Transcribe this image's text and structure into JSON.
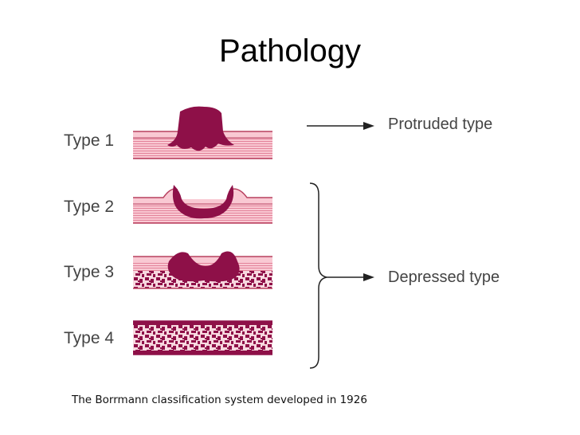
{
  "title": "Pathology",
  "types": [
    {
      "label": "Type 1"
    },
    {
      "label": "Type 2"
    },
    {
      "label": "Type 3"
    },
    {
      "label": "Type 4"
    }
  ],
  "results": {
    "protruded": "Protruded type",
    "depressed": "Depressed type"
  },
  "caption": "The Borrmann classification system developed in 1926",
  "colors": {
    "tumor": "#8e1048",
    "mucosa_light": "#f9c9d3",
    "mucosa_stripe": "#e3829a",
    "outline": "#b8405f",
    "arrow": "#222222"
  }
}
